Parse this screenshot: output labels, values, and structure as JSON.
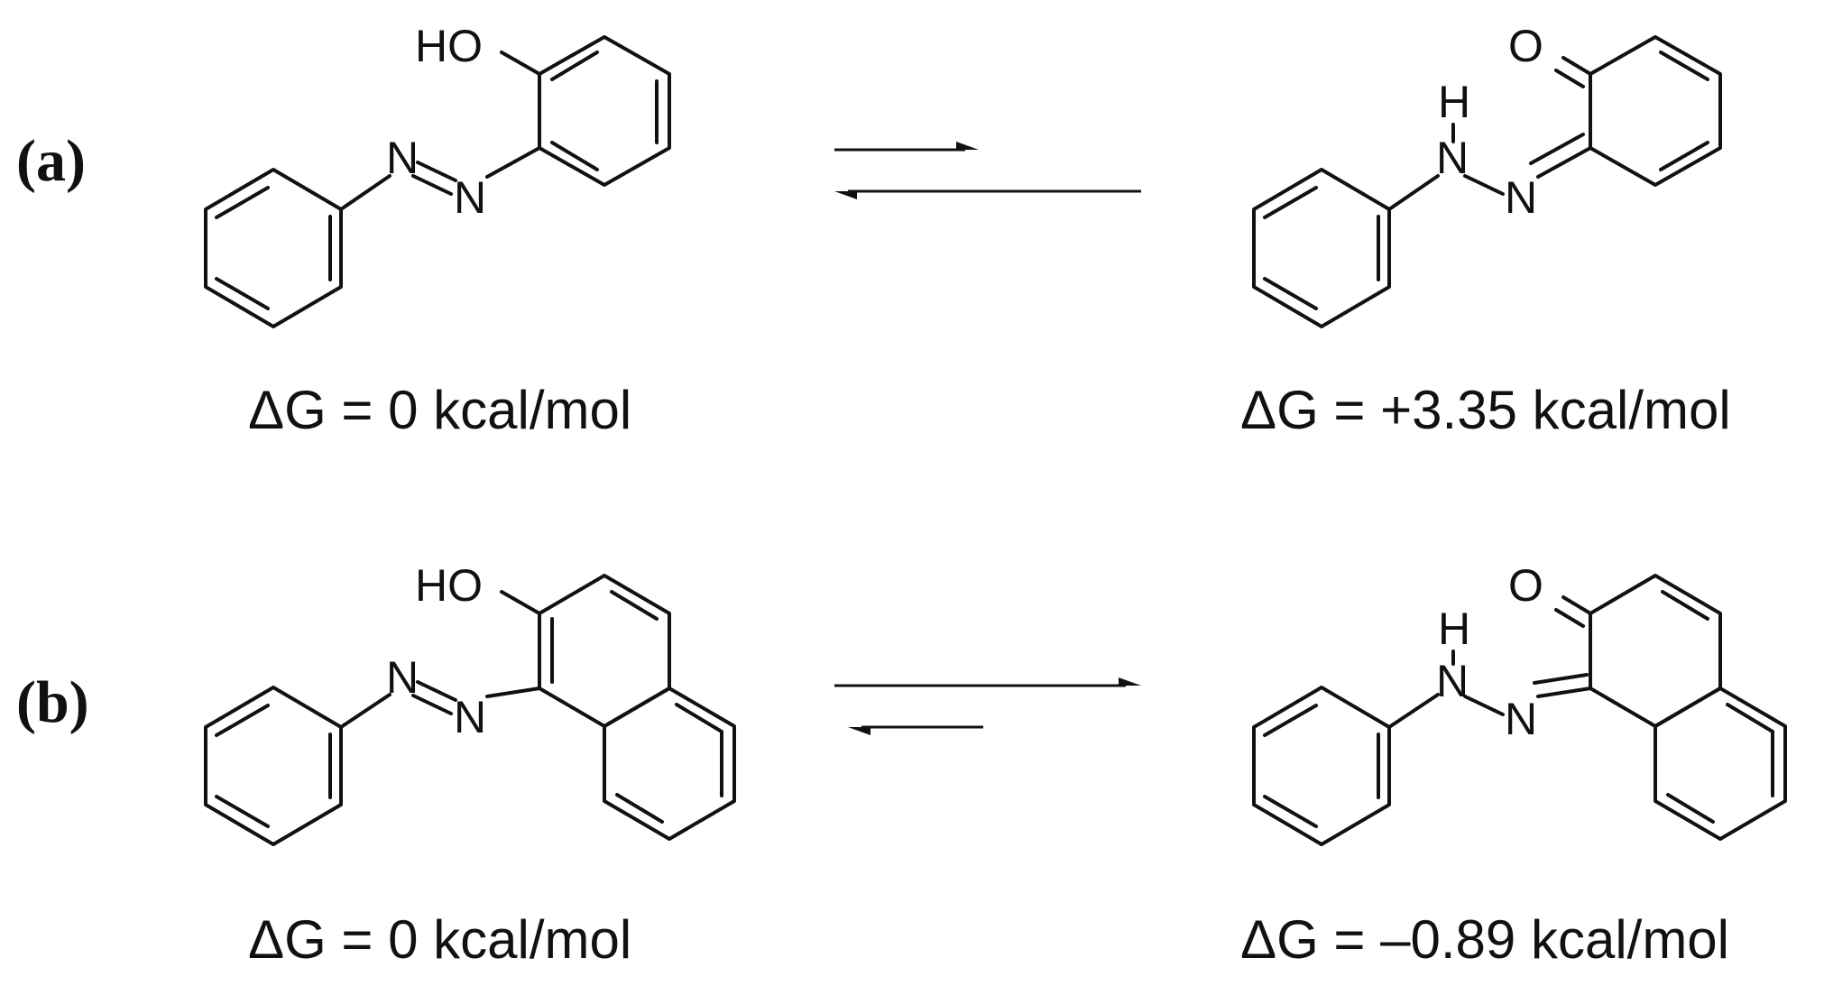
{
  "rows": [
    {
      "label": "(a)",
      "left": {
        "atoms": {
          "oxygen": "HO",
          "n1": "N",
          "n2": "N"
        },
        "energy": "ΔG = 0 kcal/mol"
      },
      "right": {
        "atoms": {
          "oxygen": "O",
          "h": "H",
          "n1": "N",
          "n2": "N"
        },
        "energy": "ΔG = +3.35 kcal/mol"
      },
      "equilibrium_favors": "left"
    },
    {
      "label": "(b)",
      "left": {
        "atoms": {
          "oxygen": "HO",
          "n1": "N",
          "n2": "N"
        },
        "energy": "ΔG = 0 kcal/mol"
      },
      "right": {
        "atoms": {
          "oxygen": "O",
          "h": "H",
          "n1": "N",
          "n2": "N"
        },
        "energy": "ΔG = –0.89 kcal/mol"
      },
      "equilibrium_favors": "right"
    }
  ]
}
